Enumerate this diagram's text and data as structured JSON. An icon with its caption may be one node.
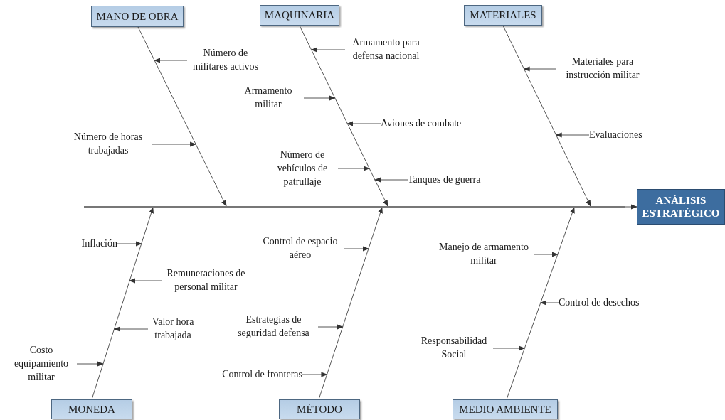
{
  "diagram": {
    "nodes": [
      {
        "text": [
          "MANO DE OBRA"
        ]
      },
      {
        "text": [
          "MAQUINARIA"
        ]
      },
      {
        "text": [
          "MATERIALES"
        ]
      },
      {
        "text": [
          "ANÁLISIS ESTRATÉGICO"
        ]
      },
      {
        "text": [
          "MONEDA"
        ]
      },
      {
        "text": [
          "MÉTODO"
        ]
      },
      {
        "text": [
          "MEDIO AMBIENTE"
        ]
      },
      {
        "text": [],
        "shape": "bar"
      },
      {
        "text": [
          "Número de militares activos"
        ]
      },
      {
        "text": [
          "Número de horas trabajadas"
        ]
      },
      {
        "text": [
          "Armamento para defensa nacional"
        ]
      },
      {
        "text": [
          "Armamento militar"
        ]
      },
      {
        "text": [
          "Aviones de combate"
        ]
      },
      {
        "text": [
          "Número de vehículos de patrullaje"
        ]
      },
      {
        "text": [
          "Tanques de guerra"
        ]
      },
      {
        "text": [
          "Materiales para instrucción militar"
        ]
      },
      {
        "text": [
          "Evaluaciones"
        ]
      },
      {
        "text": [
          "Inflación"
        ]
      },
      {
        "text": [
          "Remuneraciones de personal militar"
        ]
      },
      {
        "text": [
          "Valor hora trabajada"
        ]
      },
      {
        "text": [
          "Costo equipamiento militar"
        ]
      },
      {
        "text": [
          "Control de espacio aéreo"
        ]
      },
      {
        "text": [
          "Estrategias de seguridad defensa"
        ]
      },
      {
        "text": [
          "Control de fronteras"
        ]
      },
      {
        "text": [
          "Manejo de armamento militar"
        ]
      },
      {
        "text": [
          "Control de desechos"
        ]
      },
      {
        "text": [
          "Responsabilidad Social"
        ]
      }
    ],
    "edges": [
      {
        "from": 0,
        "to": 7,
        "arrow": "to"
      },
      {
        "from": 1,
        "to": 7,
        "arrow": "to"
      },
      {
        "from": 2,
        "to": 7,
        "arrow": "to"
      },
      {
        "from": 4,
        "to": 7,
        "arrow": "to"
      },
      {
        "from": 5,
        "to": 7,
        "arrow": "to"
      },
      {
        "from": 6,
        "to": 7,
        "arrow": "to"
      },
      {
        "from": 7,
        "to": 3,
        "arrow": "to"
      },
      {
        "from": 8,
        "to": null,
        "arrow": "to"
      },
      {
        "from": 9,
        "to": null,
        "arrow": "to"
      },
      {
        "from": 10,
        "to": null,
        "arrow": "to"
      },
      {
        "from": 11,
        "to": null,
        "arrow": "to"
      },
      {
        "from": 12,
        "to": null,
        "arrow": "to"
      },
      {
        "from": 13,
        "to": null,
        "arrow": "to"
      },
      {
        "from": 14,
        "to": null,
        "arrow": "to"
      },
      {
        "from": 15,
        "to": null,
        "arrow": "to"
      },
      {
        "from": 16,
        "to": null,
        "arrow": "to"
      },
      {
        "from": 17,
        "to": null,
        "arrow": "to"
      },
      {
        "from": 18,
        "to": null,
        "arrow": "to"
      },
      {
        "from": 19,
        "to": null,
        "arrow": "to"
      },
      {
        "from": 20,
        "to": null,
        "arrow": "to"
      },
      {
        "from": 21,
        "to": null,
        "arrow": "to"
      },
      {
        "from": 22,
        "to": null,
        "arrow": "to"
      },
      {
        "from": 23,
        "to": null,
        "arrow": "to"
      },
      {
        "from": 24,
        "to": null,
        "arrow": "to"
      },
      {
        "from": 25,
        "to": null,
        "arrow": "to"
      },
      {
        "from": 26,
        "to": null,
        "arrow": "to"
      }
    ]
  }
}
